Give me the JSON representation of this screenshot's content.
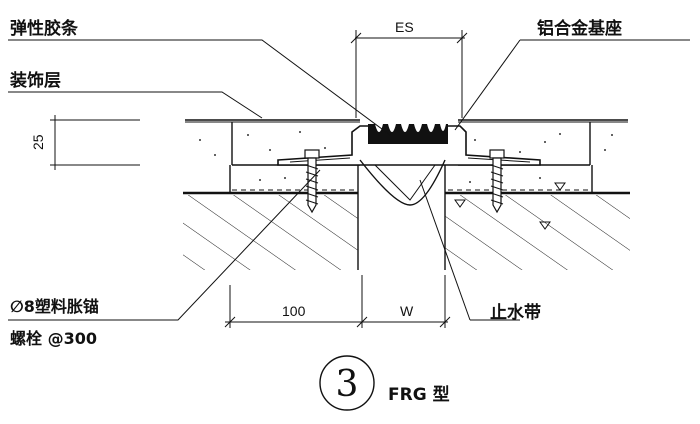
{
  "labels": {
    "elastic_strip": "弹性胶条",
    "aluminum_base": "铝合金基座",
    "finish_layer": "装饰层",
    "anchor_bolt_line1": "∅8塑料胀锚",
    "anchor_bolt_line2": "螺栓 @300",
    "waterstop": "止水带"
  },
  "dimensions": {
    "es": "ES",
    "thickness": "25",
    "width_100": "100",
    "width_w": "W"
  },
  "title": {
    "number": "3",
    "type": "FRG 型"
  }
}
